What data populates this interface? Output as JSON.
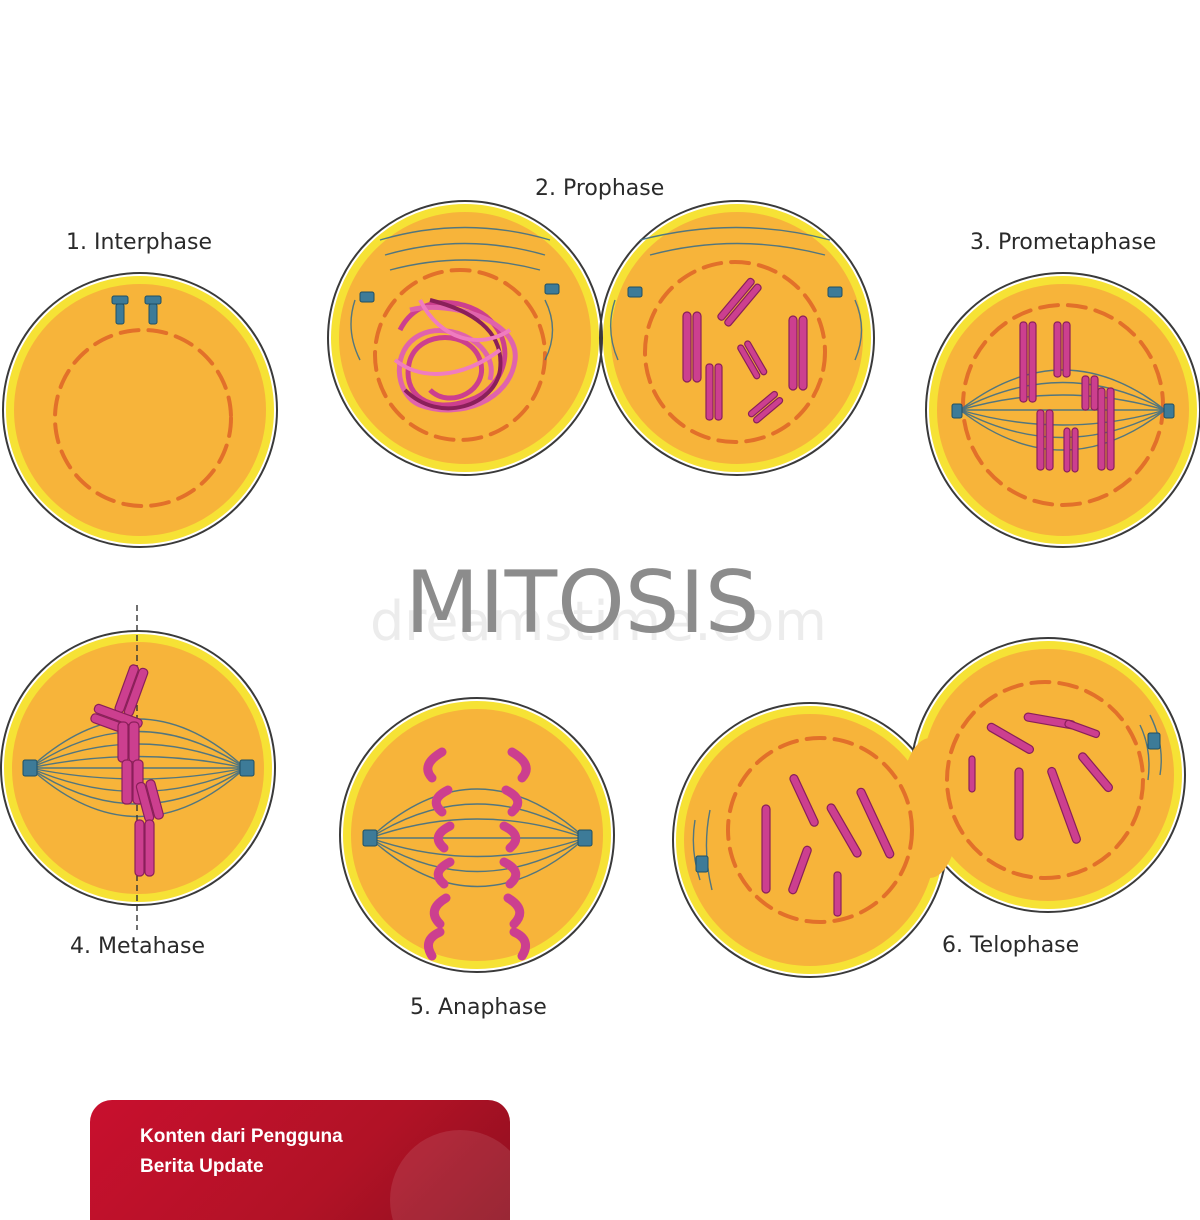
{
  "title": "MITOSIS",
  "watermark": "dreamstime.com",
  "phases": [
    {
      "label": "1. Interphase"
    },
    {
      "label": "2. Prophase"
    },
    {
      "label": "3. Prometaphase"
    },
    {
      "label": "4. Metahase"
    },
    {
      "label": "5. Anaphase"
    },
    {
      "label": "6. Telophase"
    }
  ],
  "badge": {
    "line1": "Konten dari Pengguna",
    "line2": "Berita Update"
  },
  "colors": {
    "cytoplasm": "#f7b43a",
    "membrane": "#f6e235",
    "nuclear_envelope": "#e2702a",
    "chromosome": "#cc3f8f",
    "centrosome": "#3d7b98",
    "badge": "#c8102e"
  }
}
